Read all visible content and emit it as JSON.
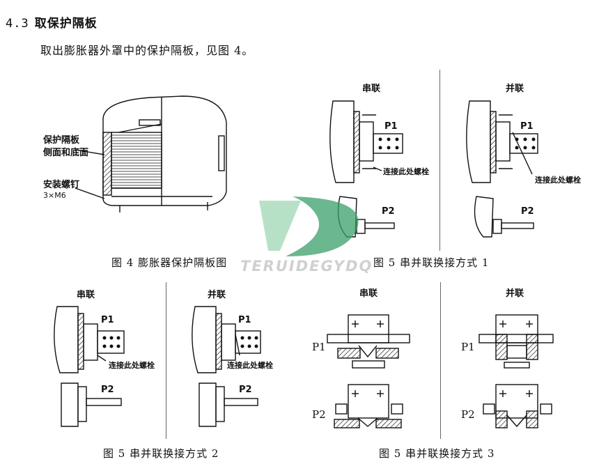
{
  "section": {
    "number": "4.3",
    "title": "取保护隔板"
  },
  "intro": "取出膨胀器外罩中的保护隔板，见图 4。",
  "fig4": {
    "caption": "图 4  膨胀器保护隔板图",
    "label_guard_1": "保护隔板",
    "label_guard_2": "侧面和底面",
    "label_screw_1": "安装螺钉",
    "label_screw_2": "3×M6"
  },
  "fig5a": {
    "caption": "图 5  串并联换接方式 1",
    "series": "串联",
    "parallel": "并联",
    "p1": "P1",
    "p2": "P2",
    "bolt_note": "连接此处螺栓"
  },
  "fig5b": {
    "caption": "图 5  串并联换接方式 2",
    "series": "串联",
    "parallel": "并联",
    "p1": "P1",
    "p2": "P2",
    "bolt_note": "连接此处螺栓"
  },
  "fig5c": {
    "caption": "图 5  串并联换接方式 3",
    "series": "串联",
    "parallel": "并联",
    "p1": "P1",
    "p2": "P2"
  },
  "watermark": {
    "text": "TERUIDEGYDQ",
    "logo": "T D",
    "color_light": "#9fd8b4",
    "color_dark": "#3aa06a"
  }
}
